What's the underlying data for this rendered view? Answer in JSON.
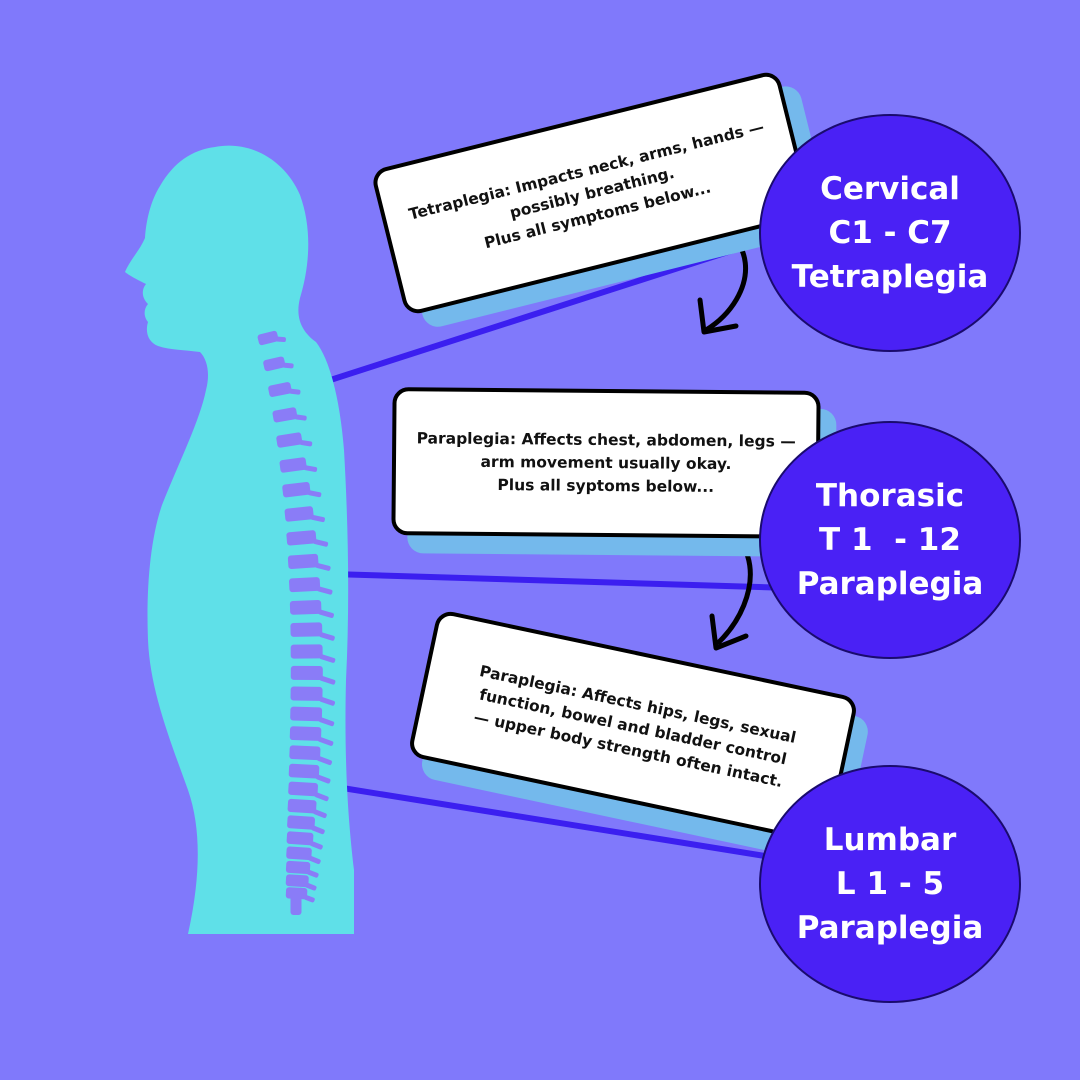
{
  "colors": {
    "background": "#8079fb",
    "silhouette": "#5fe0e8",
    "vertebrae": "#8a7cf7",
    "connector": "#3b1ff0",
    "card_shadow": "#74b9ec",
    "badge": "#4a21f5",
    "arrow": "#000000"
  },
  "icons": {
    "figure": "human-side-profile-silhouette-with-spine",
    "arrows": "curved-down-arrow"
  },
  "sections": [
    {
      "card_lines": [
        "Tetraplegia: Impacts neck, arms, hands —",
        "possibly breathing.",
        "Plus all symptoms below..."
      ],
      "badge_lines": [
        "Cervical",
        "C1 - C7",
        "Tetraplegia"
      ]
    },
    {
      "card_lines": [
        "Paraplegia: Affects chest, abdomen, legs —",
        "arm movement usually okay.",
        "Plus all syptoms below..."
      ],
      "badge_lines": [
        "Thorasic",
        "T 1  - 12",
        "Paraplegia"
      ]
    },
    {
      "card_lines": [
        "Paraplegia: Affects hips, legs, sexual",
        "function, bowel and bladder control",
        "— upper body strength often intact."
      ],
      "badge_lines": [
        "Lumbar",
        "L 1 - 5",
        "Paraplegia"
      ]
    }
  ]
}
